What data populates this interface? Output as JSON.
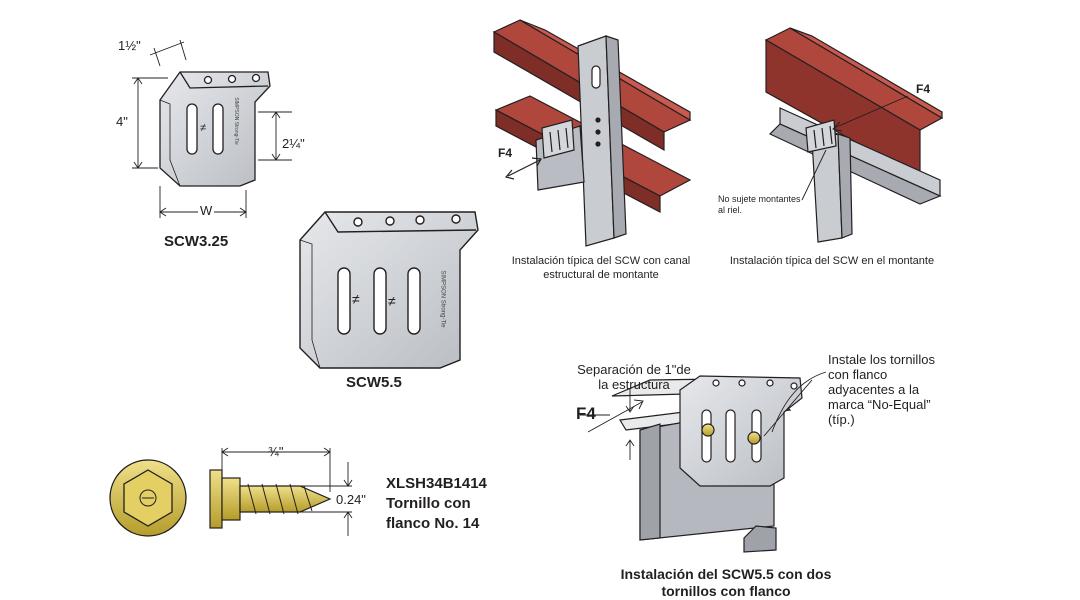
{
  "connectors": {
    "scw325": {
      "model": "SCW3.25",
      "dim_top": "1½\"",
      "dim_height": "4\"",
      "dim_slot": "2¼\"",
      "dim_width": "W"
    },
    "scw55": {
      "model": "SCW5.5"
    }
  },
  "screw": {
    "dim_length": "¾\"",
    "dim_diameter": "0.24\"",
    "name": "XLSH34B1414 Tornillo con flanco No. 14"
  },
  "install_channel": {
    "force": "F4",
    "caption": "Instalación típica del SCW con canal estructural de montante"
  },
  "install_stud": {
    "force": "F4",
    "note": "No sujete montantes al riel.",
    "caption": "Instalación típica del SCW en el montante"
  },
  "install_scw55": {
    "separation_note": "Separación de 1\"de la estructura",
    "force": "F4",
    "screw_note": "Instale los tornillos con flanco adyacentes a la marca “No-Equal” (típ.)",
    "caption": "Instalación del SCW5.5 con dos tornillos con flanco"
  },
  "brand_stamp": "SIMPSON Strong-Tie",
  "colors": {
    "steel_beam": "#9a3a32",
    "galvanized": "#c9ccd1",
    "screw_gold": "#d9c24a",
    "ink": "#231f20"
  }
}
